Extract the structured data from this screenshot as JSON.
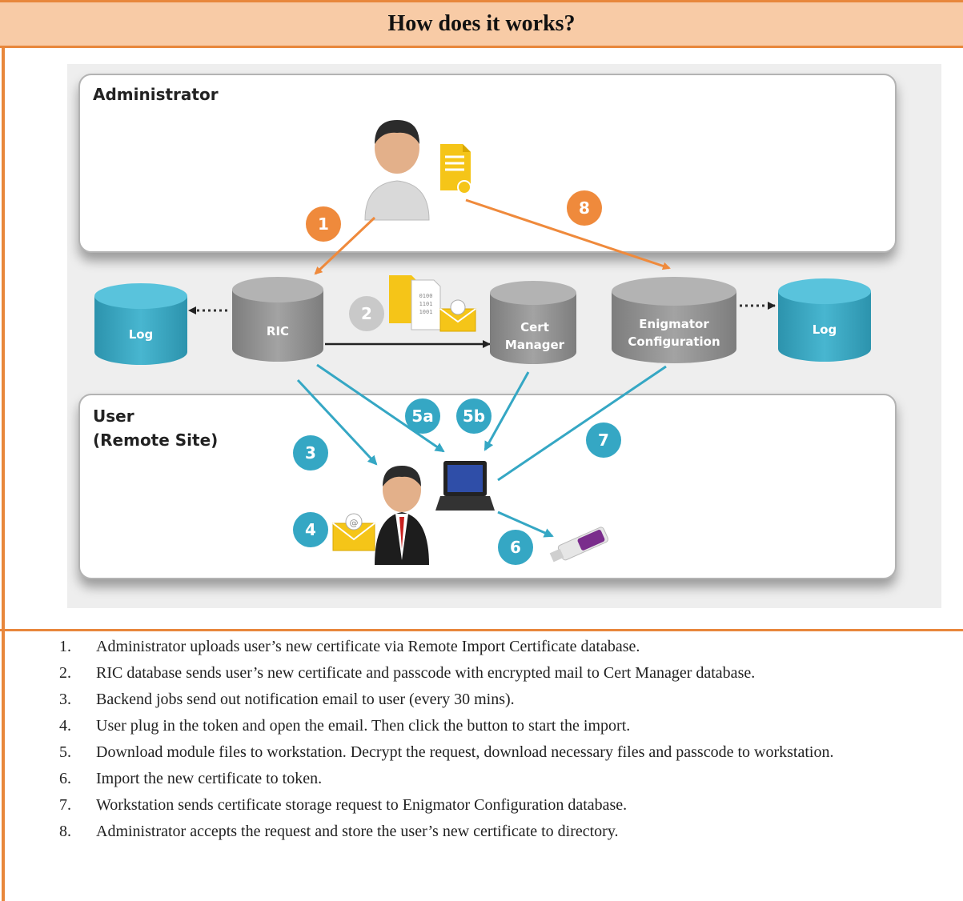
{
  "title": "How does it works?",
  "diagram": {
    "admin_panel_title": "Administrator",
    "user_panel_title_line1": "User",
    "user_panel_title_line2": "(Remote Site)",
    "cylinders": {
      "log_left": "Log",
      "ric": "RIC",
      "cert_manager_line1": "Cert",
      "cert_manager_line2": "Manager",
      "enigmator_line1": "Enigmator",
      "enigmator_line2": "Configuration",
      "log_right": "Log"
    },
    "badges": {
      "b1": "1",
      "b2": "2",
      "b3": "3",
      "b4": "4",
      "b5a": "5a",
      "b5b": "5b",
      "b6": "6",
      "b7": "7",
      "b8": "8"
    },
    "colors": {
      "orange": "#ef8a3c",
      "blue": "#35a7c4",
      "gray": "#8a8a8a",
      "gray_badge": "#bdbdbd"
    }
  },
  "steps": [
    {
      "num": "1.",
      "text": "Administrator uploads user’s new certificate via Remote Import Certificate database."
    },
    {
      "num": "2.",
      "text": "RIC database sends user’s new certificate and passcode with encrypted mail to Cert Manager database."
    },
    {
      "num": "3.",
      "text": "Backend jobs send out notification email to user (every 30 mins)."
    },
    {
      "num": "4.",
      "text": "User plug in the token and open the email. Then click the button to start the import."
    },
    {
      "num": "5.",
      "text": "Download module files to workstation.  Decrypt the request, download necessary files and passcode to workstation."
    },
    {
      "num": "6.",
      "text": "Import the new certificate to token."
    },
    {
      "num": "7.",
      "text": "Workstation sends certificate storage request to Enigmator Configuration database."
    },
    {
      "num": "8.",
      "text": "Administrator accepts the request and store the user’s new certificate to directory."
    }
  ]
}
